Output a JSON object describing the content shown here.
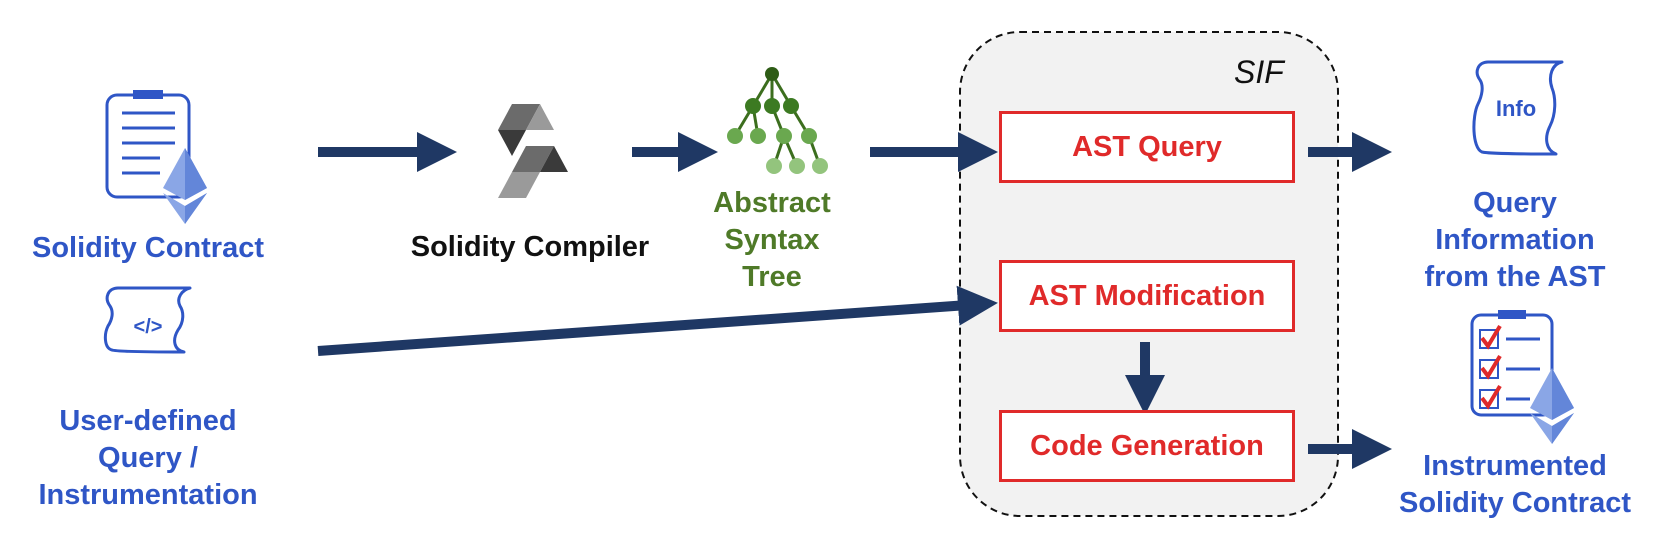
{
  "sources": {
    "solidity_contract": "Solidity Contract",
    "query_line1": "User-defined",
    "query_line2": "Query /",
    "query_line3": "Instrumentation"
  },
  "compiler": {
    "label": "Solidity Compiler"
  },
  "ast": {
    "line1": "Abstract",
    "line2": "Syntax",
    "line3": "Tree"
  },
  "sif": {
    "title": "SIF",
    "ast_query": "AST Query",
    "ast_modification": "AST Modification",
    "code_generation": "Code Generation"
  },
  "outputs": {
    "info_icon_text": "Info",
    "query_info_line1": "Query",
    "query_info_line2": "Information",
    "query_info_line3": "from the AST",
    "instrumented_line1": "Instrumented",
    "instrumented_line2": "Solidity Contract"
  },
  "colors": {
    "arrow": "#1f3864",
    "blue_text": "#2f56c6",
    "green_text": "#4f7a28",
    "red": "#e02a2a",
    "sif_bg": "#f2f2f2"
  },
  "icons": [
    "clipboard-icon",
    "ethereum-icon",
    "code-scroll-icon",
    "solidity-logo-icon",
    "tree-icon",
    "info-scroll-icon",
    "checklist-icon"
  ]
}
